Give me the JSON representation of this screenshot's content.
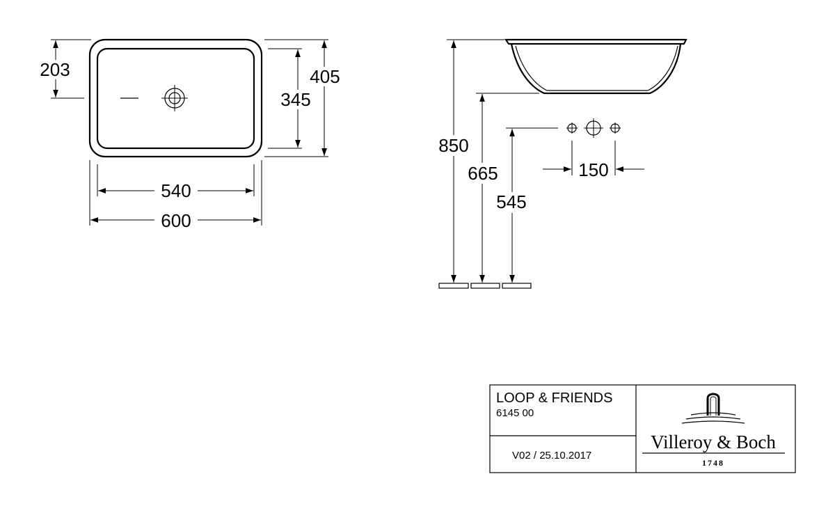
{
  "plan_view": {
    "dim_depth_to_drain": "203",
    "dim_outer_depth": "405",
    "dim_inner_depth": "345",
    "dim_inner_width": "540",
    "dim_outer_width": "600"
  },
  "side_view": {
    "dim_rim_height": "850",
    "dim_bowl_bottom_height": "665",
    "dim_tap_height": "545",
    "dim_tap_spacing": "150"
  },
  "title_block": {
    "product_name": "LOOP & FRIENDS",
    "article_number": "6145 00",
    "version": "V02 / 25.10.2017",
    "brand_name": "Villeroy & Boch",
    "brand_year": "1748"
  }
}
